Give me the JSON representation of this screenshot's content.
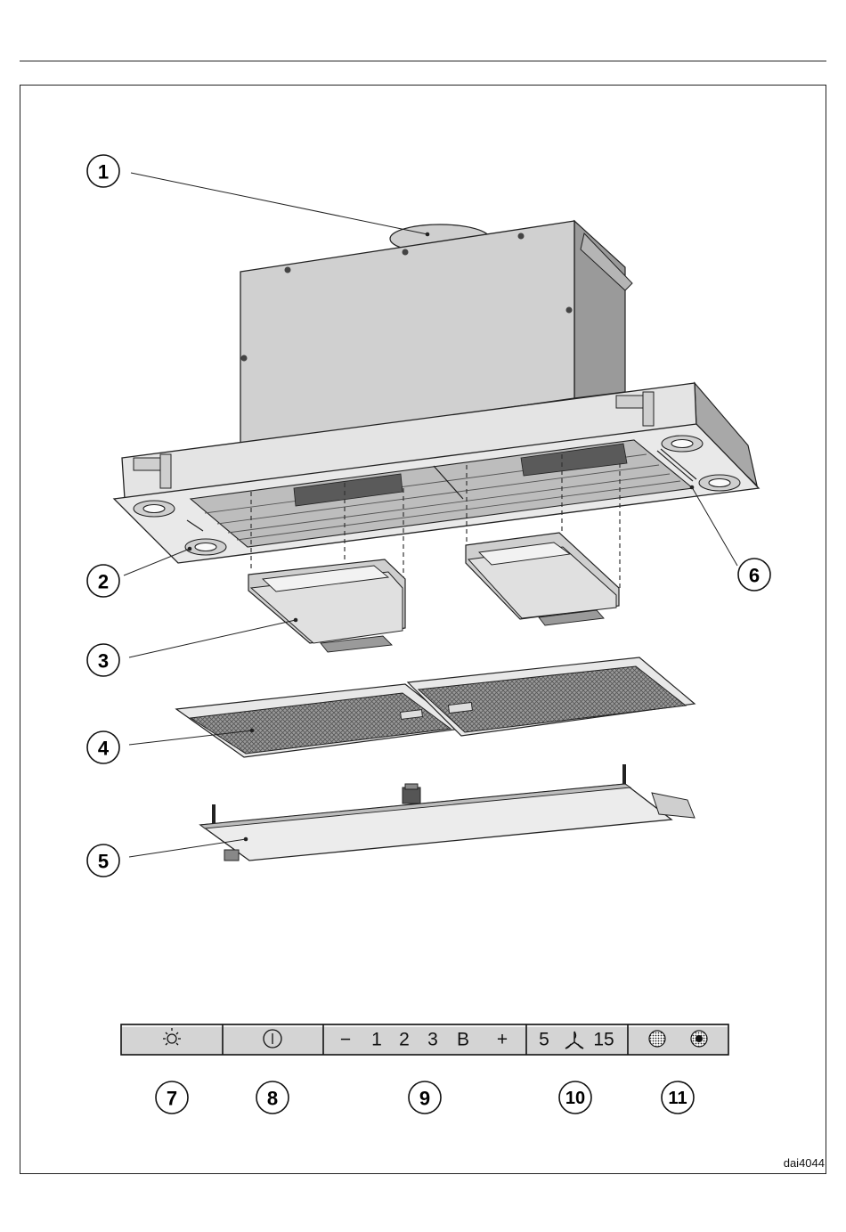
{
  "figure_code": "dai4044",
  "callouts": {
    "c1": "1",
    "c2": "2",
    "c3": "3",
    "c4": "4",
    "c5": "5",
    "c6": "6",
    "c7": "7",
    "c8": "8",
    "c9": "9",
    "c10": "10",
    "c11": "11"
  },
  "control_panel": {
    "fan_minus": "−",
    "fan_1": "1",
    "fan_2": "2",
    "fan_3": "3",
    "fan_boost": "B",
    "fan_plus": "+",
    "runon_5": "5",
    "runon_15": "15"
  },
  "icons": {
    "light": "light-icon",
    "power": "power-icon",
    "runon": "fan-icon",
    "grease_filter": "grease-filter-icon",
    "charcoal_filter": "charcoal-filter-icon"
  }
}
